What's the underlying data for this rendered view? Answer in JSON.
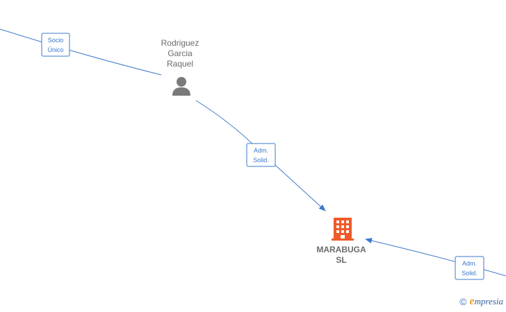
{
  "colors": {
    "edge": "#3a78c9",
    "person_icon": "#7a7a7a",
    "company_icon": "#f05a28",
    "label_text": "#6b6b6b"
  },
  "nodes": {
    "person": {
      "name_lines": [
        "Rodriguez",
        "Garcia",
        "Raquel"
      ],
      "icon": "person-icon"
    },
    "company": {
      "name_lines": [
        "MARABUGA",
        "SL"
      ],
      "icon": "building-icon"
    }
  },
  "edges": {
    "socio_unico": {
      "label_lines": [
        "Socio",
        "Único"
      ]
    },
    "adm_solid_person": {
      "label_lines": [
        "Adm.",
        "Solid."
      ]
    },
    "adm_solid_right": {
      "label_lines": [
        "Adm.",
        "Solid."
      ]
    }
  },
  "footer": {
    "copyright_symbol": "©",
    "brand_first": "e",
    "brand_rest": "mpresia"
  }
}
